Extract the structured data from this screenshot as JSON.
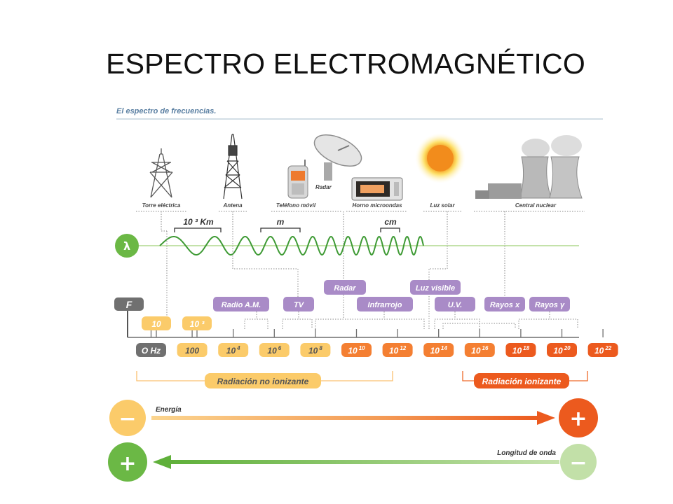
{
  "slide": {
    "title": "ESPECTRO ELECTROMAGNÉTICO"
  },
  "figure": {
    "subtitle": "El espectro de frecuencias.",
    "sources": [
      {
        "label": "Torre eléctrica",
        "icon": "power-tower-icon"
      },
      {
        "label": "Antena",
        "icon": "antenna-tower-icon"
      },
      {
        "label": "Teléfono móvil",
        "icon": "mobile-phone-icon"
      },
      {
        "label": "Radar",
        "icon": "radar-dish-icon"
      },
      {
        "label": "Horno microondas",
        "icon": "microwave-oven-icon"
      },
      {
        "label": "Luz solar",
        "icon": "sun-icon"
      },
      {
        "label": "Central nuclear",
        "icon": "nuclear-plant-icon"
      }
    ],
    "wave": {
      "symbol": "λ",
      "scale_labels": [
        "10 ³ Km",
        "m",
        "cm"
      ]
    },
    "bands_upper": [
      "Radar",
      "Luz visible"
    ],
    "bands_lower": [
      "Radio A.M.",
      "TV",
      "Infrarrojo",
      "U.V.",
      "Rayos x",
      "Rayos γ"
    ],
    "frequency": {
      "symbol": "F",
      "upper_values": [
        "10",
        "10 ³"
      ],
      "values": [
        {
          "base": "O Hz",
          "exp": ""
        },
        {
          "base": "100",
          "exp": ""
        },
        {
          "base": "10",
          "exp": "4"
        },
        {
          "base": "10",
          "exp": "6"
        },
        {
          "base": "10",
          "exp": "8"
        },
        {
          "base": "10",
          "exp": "10"
        },
        {
          "base": "10",
          "exp": "12"
        },
        {
          "base": "10",
          "exp": "14"
        },
        {
          "base": "10",
          "exp": "16"
        },
        {
          "base": "10",
          "exp": "18"
        },
        {
          "base": "10",
          "exp": "20"
        },
        {
          "base": "10",
          "exp": "22"
        }
      ]
    },
    "radiation": {
      "non_ionizing": "Radiación no ionizante",
      "ionizing": "Radiación ionizante"
    },
    "energy": {
      "label": "Energía",
      "minus": "−",
      "plus": "+"
    },
    "wavelength": {
      "label": "Longitud de onda",
      "plus": "+",
      "minus": "−"
    },
    "colors": {
      "purple": "#a98bc7",
      "green": "#6bb845",
      "light_green": "#c2e0a8",
      "yellow": "#fbcb6a",
      "orange": "#f47f32",
      "deep_orange": "#ec5a1e",
      "grey": "#707070"
    }
  }
}
